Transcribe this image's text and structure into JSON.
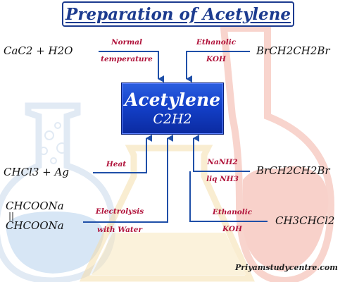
{
  "title": "Preparation of Acetylene",
  "product": {
    "name": "Acetylene",
    "formula": "C2H2"
  },
  "routes": [
    {
      "reactant": "CaC2 + H2O",
      "condition_lines": [
        "Normal",
        "temperature"
      ]
    },
    {
      "reactant": "BrCH2CH2Br",
      "condition_lines": [
        "Ethanolic",
        "KOH"
      ]
    },
    {
      "reactant": "CHCl3 + Ag",
      "condition_lines": [
        "Heat"
      ]
    },
    {
      "reactant": "BrCH2CH2Br",
      "condition_lines": [
        "NaNH2",
        "liq NH3"
      ]
    },
    {
      "reactant_lines": [
        "CHCOONa",
        "||",
        "CHCOONa"
      ],
      "condition_lines": [
        "Electrolysis",
        "with Water"
      ]
    },
    {
      "reactant": "CH3CHCl2",
      "condition_lines": [
        "Ethanolic",
        "KOH"
      ]
    }
  ],
  "footer": "Priyamstudycentre.com",
  "colors": {
    "title": "#1c3b8f",
    "arrow": "#1f4fa8",
    "condition": "#b0123a",
    "box": "#1340c9"
  }
}
